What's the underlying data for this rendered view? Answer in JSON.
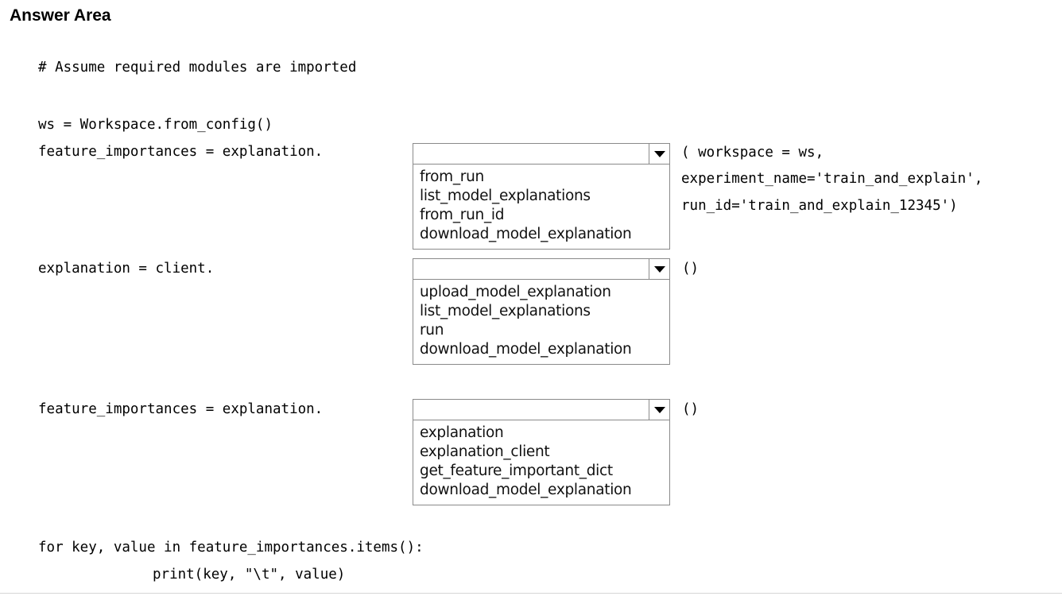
{
  "title": "Answer Area",
  "code": {
    "comment": "# Assume required modules are imported",
    "ws_line": "ws = Workspace.from_config()",
    "line1_prefix": "feature_importances = explanation.",
    "line1_suffix_1": "( workspace = ws,",
    "line1_suffix_2": "experiment_name='train_and_explain',",
    "line1_suffix_3": "run_id='train_and_explain_12345')",
    "line2_prefix": "explanation = client.",
    "line2_suffix": "()",
    "line3_prefix": "feature_importances = explanation.",
    "line3_suffix": "()",
    "loop_line": "for key, value in feature_importances.items():",
    "print_line": "print(key, \"\\t\", value)"
  },
  "dropdowns": [
    {
      "selected": "",
      "options": [
        "from_run",
        "list_model_explanations",
        "from_run_id",
        "download_model_explanation"
      ]
    },
    {
      "selected": "",
      "options": [
        "upload_model_explanation",
        "list_model_explanations",
        "run",
        "download_model_explanation"
      ]
    },
    {
      "selected": "",
      "options": [
        "explanation",
        "explanation_client",
        "get_feature_important_dict",
        "download_model_explanation"
      ]
    }
  ]
}
